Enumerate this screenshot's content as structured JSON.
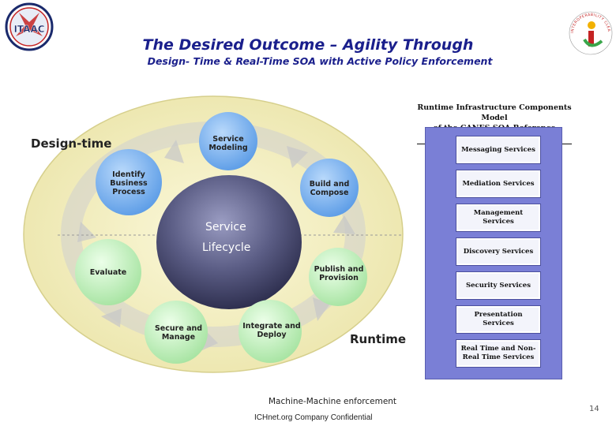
{
  "header": {
    "title": "The Desired Outcome – Agility Through",
    "subtitle": "Design- Time & Real-Time SOA with Active Policy Enforcement"
  },
  "logos": {
    "left_text": "ITAAC",
    "right_text": "INTEROPERABILITY CLEARINGHOUSE"
  },
  "lifecycle": {
    "design_time_label": "Design-time",
    "runtime_label": "Runtime",
    "center_line1": "Service",
    "center_line2": "Lifecycle",
    "nodes": [
      {
        "line1": "Service",
        "line2": "Modeling",
        "line3": ""
      },
      {
        "line1": "Build and",
        "line2": "Compose",
        "line3": ""
      },
      {
        "line1": "Publish and",
        "line2": "Provision",
        "line3": ""
      },
      {
        "line1": "Integrate and",
        "line2": "Deploy",
        "line3": ""
      },
      {
        "line1": "Secure and",
        "line2": "Manage",
        "line3": ""
      },
      {
        "line1": "Evaluate",
        "line2": "",
        "line3": ""
      },
      {
        "line1": "Identify",
        "line2": "Business",
        "line3": "Process"
      }
    ]
  },
  "reference_model": {
    "title_line1": "Runtime Infrastructure Components Model",
    "title_line2": "of the CANES SOA Reference Architecture",
    "boxes": [
      "Messaging Services",
      "Mediation Services",
      "Management Services",
      "Discovery Services",
      "Security Services",
      "Presentation Services",
      "Real Time and Non-Real Time Services"
    ]
  },
  "footer": {
    "center_text": "Machine-Machine enforcement",
    "confidential": "ICHnet.org Company Confidential",
    "page_number": "14"
  },
  "colors": {
    "title_blue": "#1a1f8c",
    "outer_ring": "#f4f0c4",
    "node_blue": "#7fb4ee",
    "node_green": "#c7f0c0",
    "center_dark": "#4c4e72",
    "panel_purple": "#7a7fd6"
  }
}
